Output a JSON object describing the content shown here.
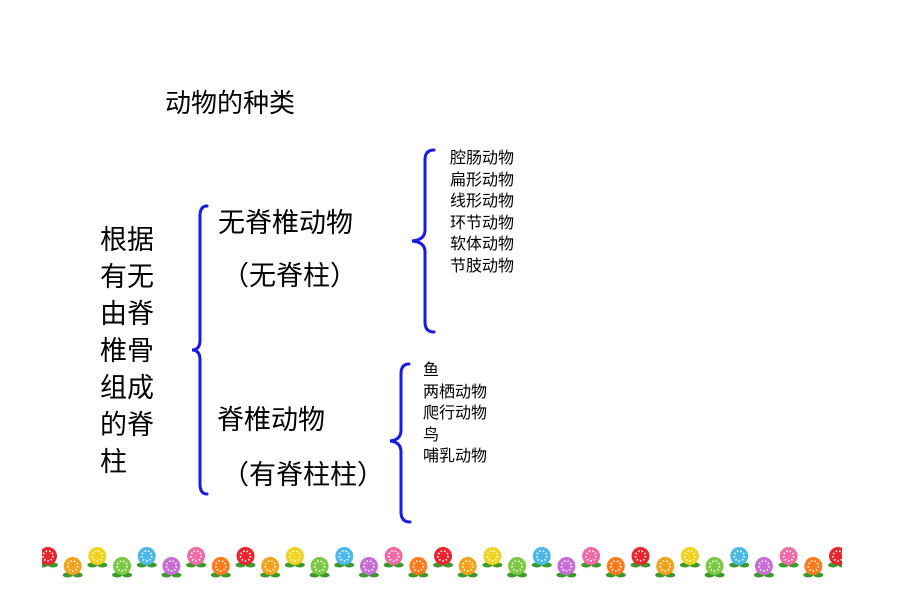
{
  "title": "动物的种类",
  "criterion": "根据有无由脊椎骨组成的脊柱",
  "groups": [
    {
      "name": "无脊椎动物",
      "note": "（无脊柱）",
      "members": [
        "腔肠动物",
        "扁形动物",
        "线形动物",
        "环节动物",
        "软体动物",
        "节肢动物"
      ]
    },
    {
      "name": "脊椎动物",
      "note": "（有脊柱柱）",
      "members": [
        "鱼",
        "两栖动物",
        "爬行动物",
        "鸟",
        "哺乳动物"
      ]
    }
  ],
  "colors": {
    "brace": "#1a1ae6",
    "text": "#000000"
  },
  "decoration": "flower-border"
}
